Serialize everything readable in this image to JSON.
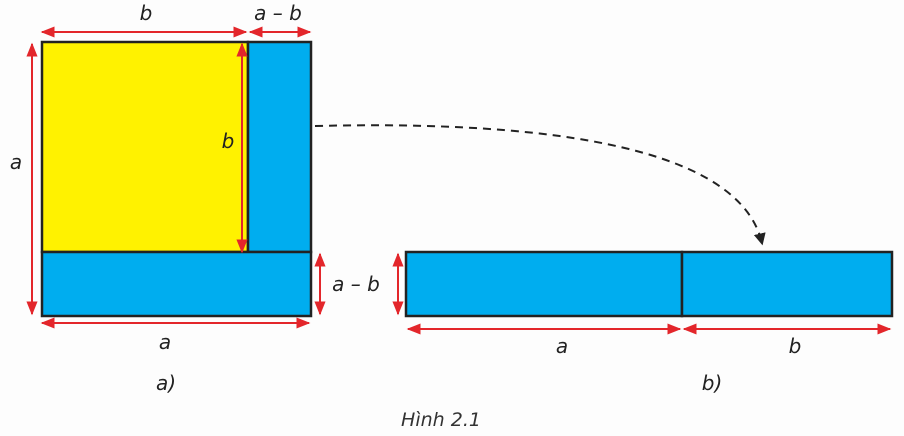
{
  "colors": {
    "yellow": "#fff200",
    "blue": "#00adef",
    "dimension": "#e3262b",
    "outline": "#222222"
  },
  "figure_a": {
    "label_top_b": "b",
    "label_top_a_minus_b": "a – b",
    "label_left_a": "a",
    "label_inner_b": "b",
    "label_right_a_minus_b": "a – b",
    "label_bottom_a": "a",
    "caption": "a)"
  },
  "figure_b": {
    "label_a": "a",
    "label_b": "b",
    "caption": "b)"
  },
  "figure_title": "Hình 2.1"
}
